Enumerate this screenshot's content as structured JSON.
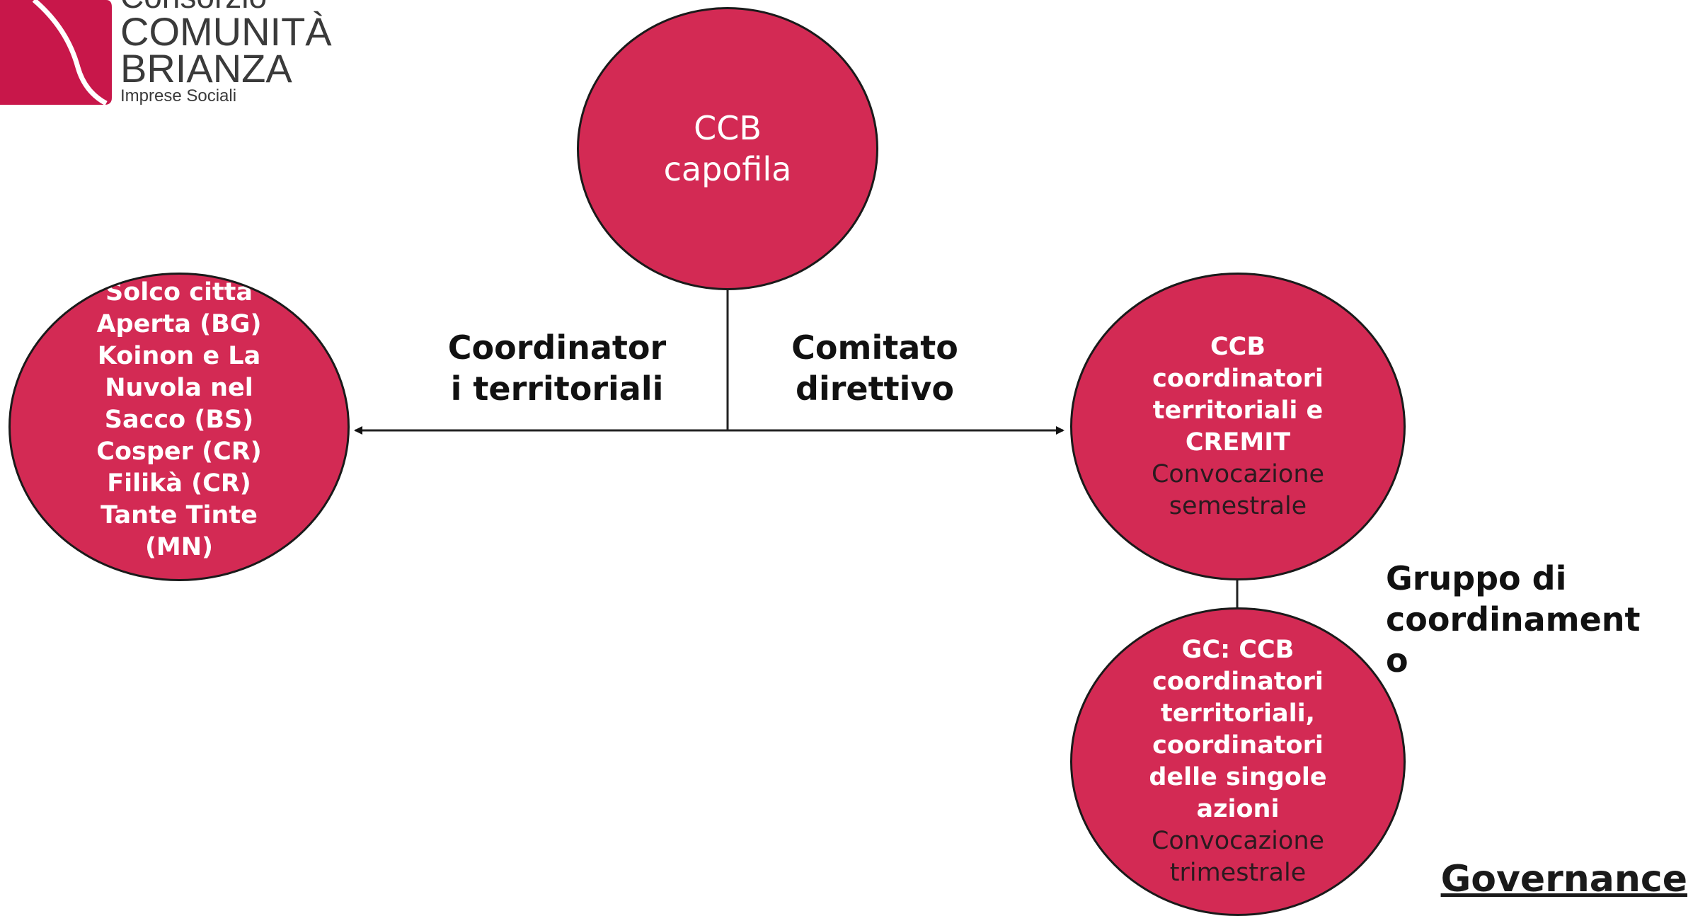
{
  "logo": {
    "name_lines": [
      "Consorzio",
      "COMUNITÀ",
      "BRIANZA"
    ],
    "subtitle": "Imprese Sociali",
    "brand_color": "#c8174a"
  },
  "colors": {
    "node_fill": "#d32a54",
    "border": "#1a1a1a"
  },
  "nodes": {
    "top": {
      "lines": [
        "CCB",
        "capofila"
      ]
    },
    "left": {
      "lines": [
        "Solco città",
        "Aperta (BG)",
        "Koinon e La",
        "Nuvola nel",
        "Sacco (BS)",
        "Cosper (CR)",
        "Filikà (CR)",
        "Tante Tinte",
        "(MN)"
      ]
    },
    "right": {
      "bold_lines": [
        "CCB",
        "coordinatori",
        "territoriali e",
        "CREMIT"
      ],
      "normal_lines": [
        "Convocazione",
        "semestrale"
      ]
    },
    "bottom": {
      "bold_lines": [
        "GC: CCB",
        "coordinatori",
        "territoriali,",
        "coordinatori",
        "delle singole",
        "azioni"
      ],
      "normal_lines": [
        "Convocazione",
        "trimestrale"
      ]
    }
  },
  "edge_labels": {
    "left": [
      "Coordinator",
      "i territoriali"
    ],
    "right": [
      "Comitato",
      "direttivo"
    ],
    "bottom": [
      "Gruppo di",
      "coordinament",
      "o"
    ]
  },
  "title": "Governance"
}
